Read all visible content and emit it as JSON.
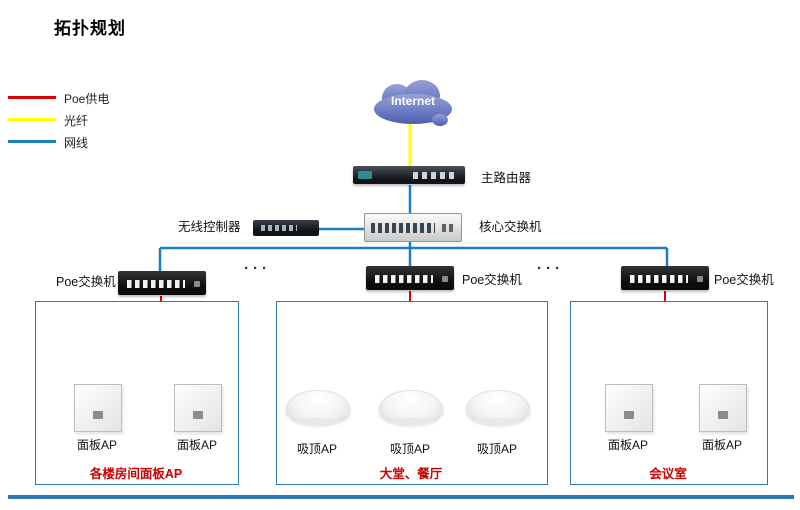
{
  "title": "拓扑规划",
  "legend": [
    {
      "label": "Poe供电",
      "color": "#dd0000"
    },
    {
      "label": "光纤",
      "color": "#ffff00"
    },
    {
      "label": "网线",
      "color": "#1a7ec2"
    }
  ],
  "cloud": {
    "label": "Internet"
  },
  "devices": {
    "router": "主路由器",
    "controller": "无线控制器",
    "core_switch": "核心交换机",
    "poe_left": "Poe交换机",
    "poe_mid": "Poe交换机",
    "poe_right": "Poe交换机"
  },
  "ellipsis": "···",
  "groups": [
    {
      "name": "各楼房间面板AP",
      "type": "panel",
      "aps": [
        "面板AP",
        "面板AP"
      ]
    },
    {
      "name": "大堂、餐厅",
      "type": "ceiling",
      "aps": [
        "吸顶AP",
        "吸顶AP",
        "吸顶AP"
      ]
    },
    {
      "name": "会议室",
      "type": "panel",
      "aps": [
        "面板AP",
        "面板AP"
      ]
    }
  ],
  "colors": {
    "poe_line": "#dd0000",
    "fiber_line": "#ffff00",
    "lan_line": "#1a7ec2",
    "group_border": "#2e75b6",
    "bottom_bar": "#2e75b6",
    "group_label_text": "#cc0000"
  }
}
